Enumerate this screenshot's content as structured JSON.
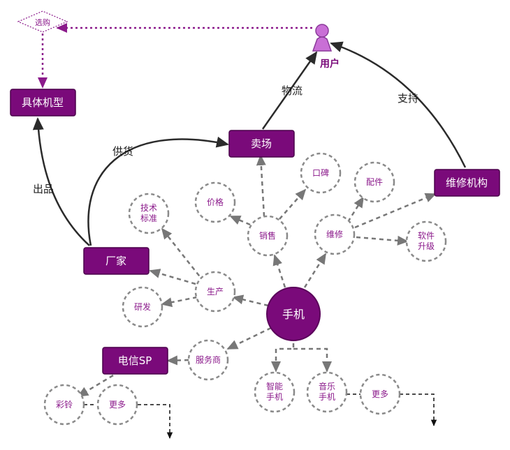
{
  "colors": {
    "purple_fill": "#7a0a7a",
    "purple_text": "#8b1a8b",
    "user_fill": "#c96fd6",
    "user_stroke": "#8b3a9a",
    "arrow_solid": "#2b2b2b",
    "arrow_dashed": "#777777",
    "circle_border": "#8a8a8a",
    "dotted_purple": "#8b1a8b"
  },
  "labels": {
    "user": "用户",
    "select": "选购",
    "specific_model": "具体机型",
    "store": "卖场",
    "repair_org": "维修机构",
    "manufacturer": "厂家",
    "telecom_sp": "电信SP",
    "phone": "手机",
    "price": "价格",
    "reputation": "口碑",
    "sales": "销售",
    "accessories": "配件",
    "repair": "维修",
    "tech_standard": "技术\n标准",
    "production": "生产",
    "rnd": "研发",
    "software_upgrade": "软件\n升级",
    "service_provider": "服务商",
    "smartphone": "智能\n手机",
    "music_phone": "音乐\n手机",
    "more_left": "更多",
    "more_right": "更多",
    "ringtone": "彩铃"
  },
  "edge_labels": {
    "logistics": "物流",
    "support": "支持",
    "supply": "供货",
    "produce": "出品"
  }
}
